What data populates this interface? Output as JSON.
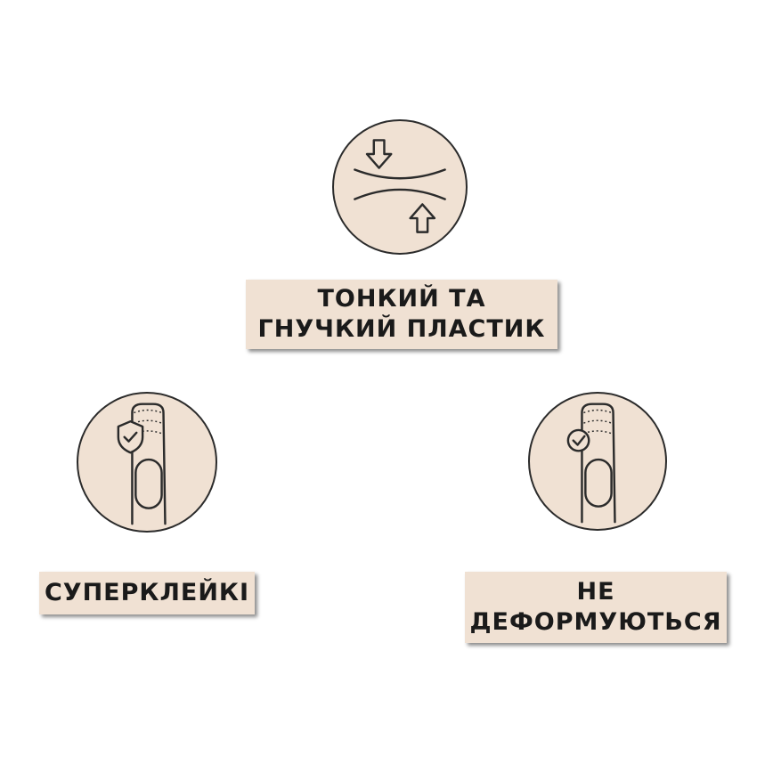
{
  "features": {
    "thin_flexible": {
      "icon": "press-arrows-icon",
      "line1": "ТОНКИЙ  ТА",
      "line2": "ГНУЧКИЙ  ПЛАСТИК"
    },
    "superglue": {
      "icon": "nail-shield-check-icon",
      "line1": "СУПЕРКЛЕЙКІ"
    },
    "no_deform": {
      "icon": "nail-check-icon",
      "line1": "НЕ",
      "line2": "ДЕФОРМУЮТЬСЯ"
    }
  },
  "colors": {
    "badge_background": "#f0e1d3",
    "outline": "#2b2b2b",
    "text": "#1a1a1a"
  }
}
